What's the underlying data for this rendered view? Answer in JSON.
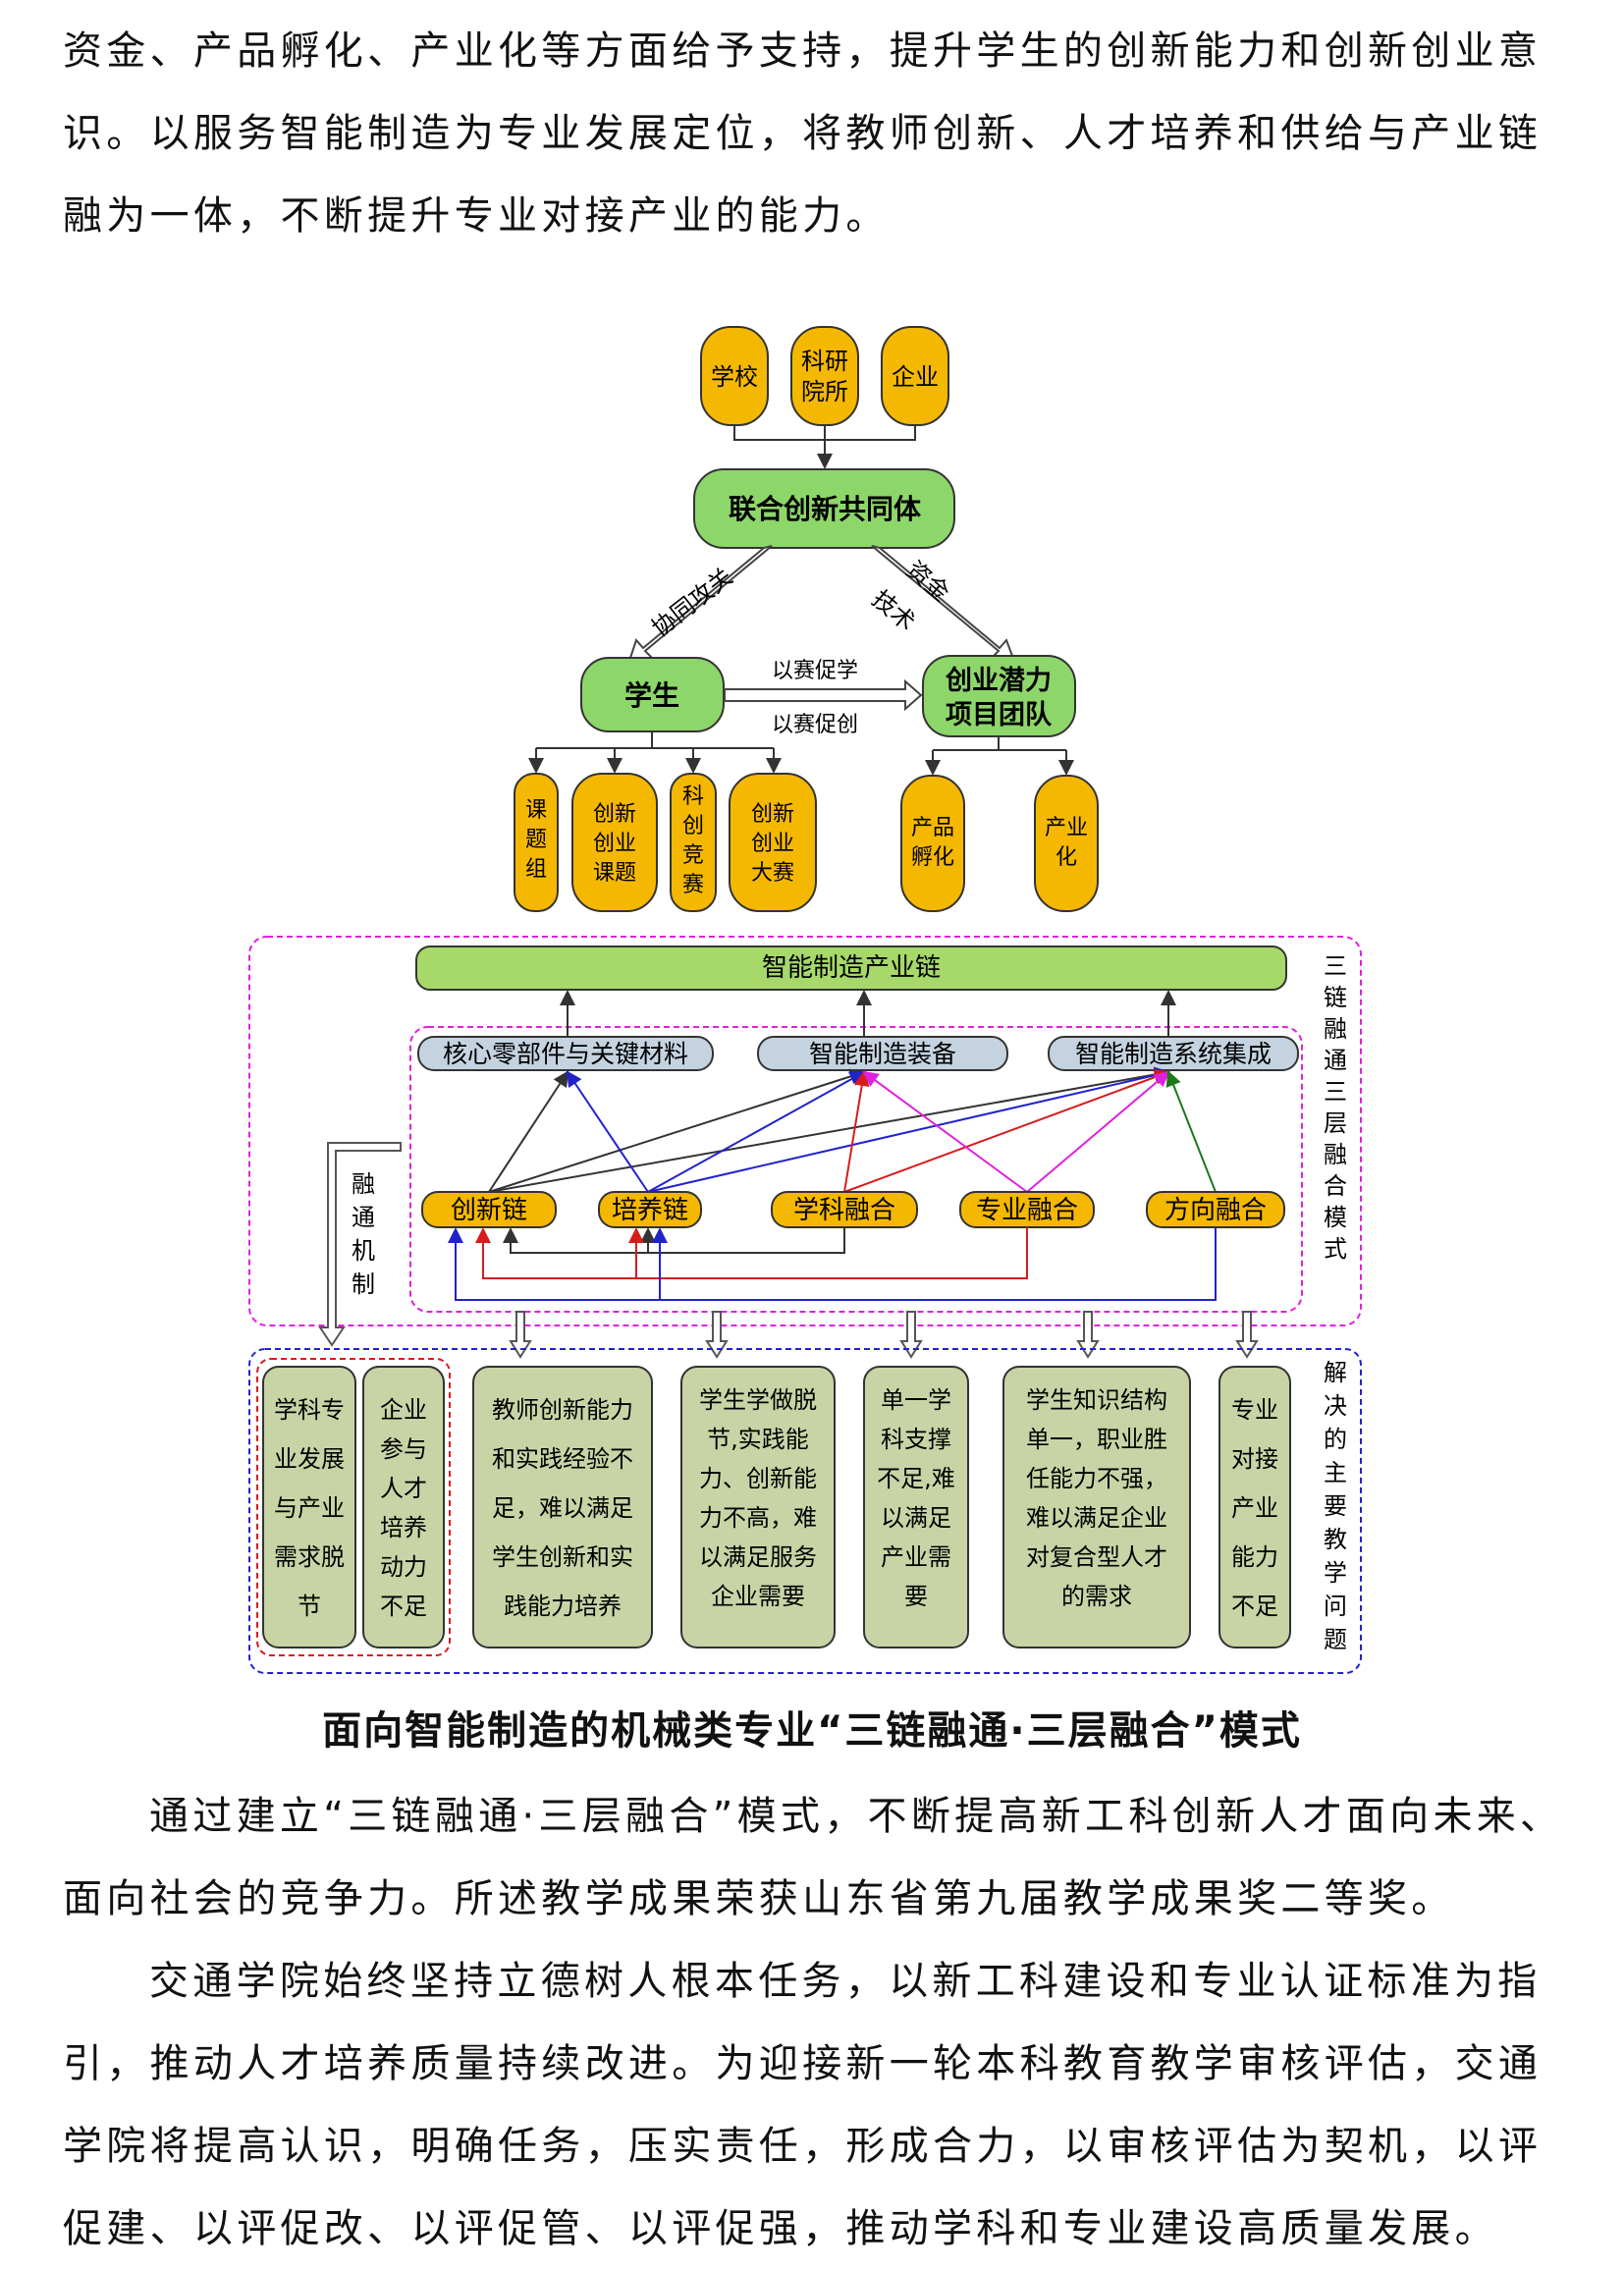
{
  "text": {
    "para1": "资金、产品孵化、产业化等方面给予支持，提升学生的创新能力和创新创业意识。以服务智能制造为专业发展定位，将教师创新、人才培养和供给与产业链融为一体，不断提升专业对接产业的能力。",
    "para2": "通过建立“三链融通·三层融合”模式，不断提高新工科创新人才面向未来、面向社会的竞争力。所述教学成果荣获山东省第九届教学成果奖二等奖。",
    "para3": "交通学院始终坚持立德树人根本任务，以新工科建设和专业认证标准为指引，推动人才培养质量持续改进。为迎接新一轮本科教育教学审核评估，交通学院将提高认识，明确任务，压实责任，形成合力，以审核评估为契机，以评促建、以评促改、以评促管、以评促强，推动学科和专业建设高质量发展。"
  },
  "figure": {
    "caption": "面向智能制造的机械类专业“三链融通·三层融合”模式",
    "top_sources": [
      [
        "学校"
      ],
      [
        "科研",
        "院所"
      ],
      [
        "企业"
      ]
    ],
    "community": "联合创新共同体",
    "arrow_left_label": "协同攻关",
    "arrow_right_label_1": "资金",
    "arrow_right_label_2": "技术",
    "student": "学生",
    "team": [
      "创业潜力",
      "项目团队"
    ],
    "mid_label_1": "以赛促学",
    "mid_label_2": "以赛促创",
    "student_outputs": [
      [
        "课",
        "题",
        "组"
      ],
      [
        "创新",
        "创业",
        "课题"
      ],
      [
        "科",
        "创",
        "竞",
        "赛"
      ],
      [
        "创新",
        "创业",
        "大赛"
      ]
    ],
    "team_outputs": [
      [
        "产品",
        "孵化"
      ],
      [
        "产业",
        "化"
      ]
    ],
    "industry_chain": "智能制造产业链",
    "layer2": [
      "核心零部件与关键材料",
      "智能制造装备",
      "智能制造系统集成"
    ],
    "chains": [
      "创新链",
      "培养链",
      "学科融合",
      "专业融合",
      "方向融合"
    ],
    "side_label_right": [
      "三",
      "链",
      "融",
      "通",
      "三",
      "层",
      "融",
      "合",
      "模",
      "式"
    ],
    "side_label_left": [
      "融",
      "通",
      "机",
      "制"
    ],
    "problems_label": [
      "解",
      "决",
      "的",
      "主",
      "要",
      "教",
      "学",
      "问",
      "题"
    ],
    "problems": [
      [
        "学科专",
        "业发展",
        "与产业",
        "需求脱",
        "节"
      ],
      [
        "企业",
        "参与",
        "人才",
        "培养",
        "动力",
        "不足"
      ],
      [
        "教师创新能力",
        "和实践经验不",
        "足，难以满足",
        "学生创新和实",
        "践能力培养"
      ],
      [
        "学生学做脱",
        "节,实践能",
        "力、创新能",
        "力不高，难",
        "以满足服务",
        "企业需要"
      ],
      [
        "单一学",
        "科支撑",
        "不足,难",
        "以满足",
        "产业需",
        "要"
      ],
      [
        "学生知识结构",
        "单一，职业胜",
        "任能力不强，",
        "难以满足企业",
        "对复合型人才",
        "的需求"
      ],
      [
        "专业",
        "对接",
        "产业",
        "能力",
        "不足"
      ]
    ],
    "colors": {
      "orange": "#f5b800",
      "green": "#8dd66a",
      "light_green": "#a6d96a",
      "blue_box": "#c5d3e0",
      "khaki": "#c9d4a6",
      "magenta": "#e020e0",
      "arrow_blue": "#2222cc",
      "arrow_red": "#d81c1c",
      "arrow_green": "#1a7a1a"
    }
  }
}
